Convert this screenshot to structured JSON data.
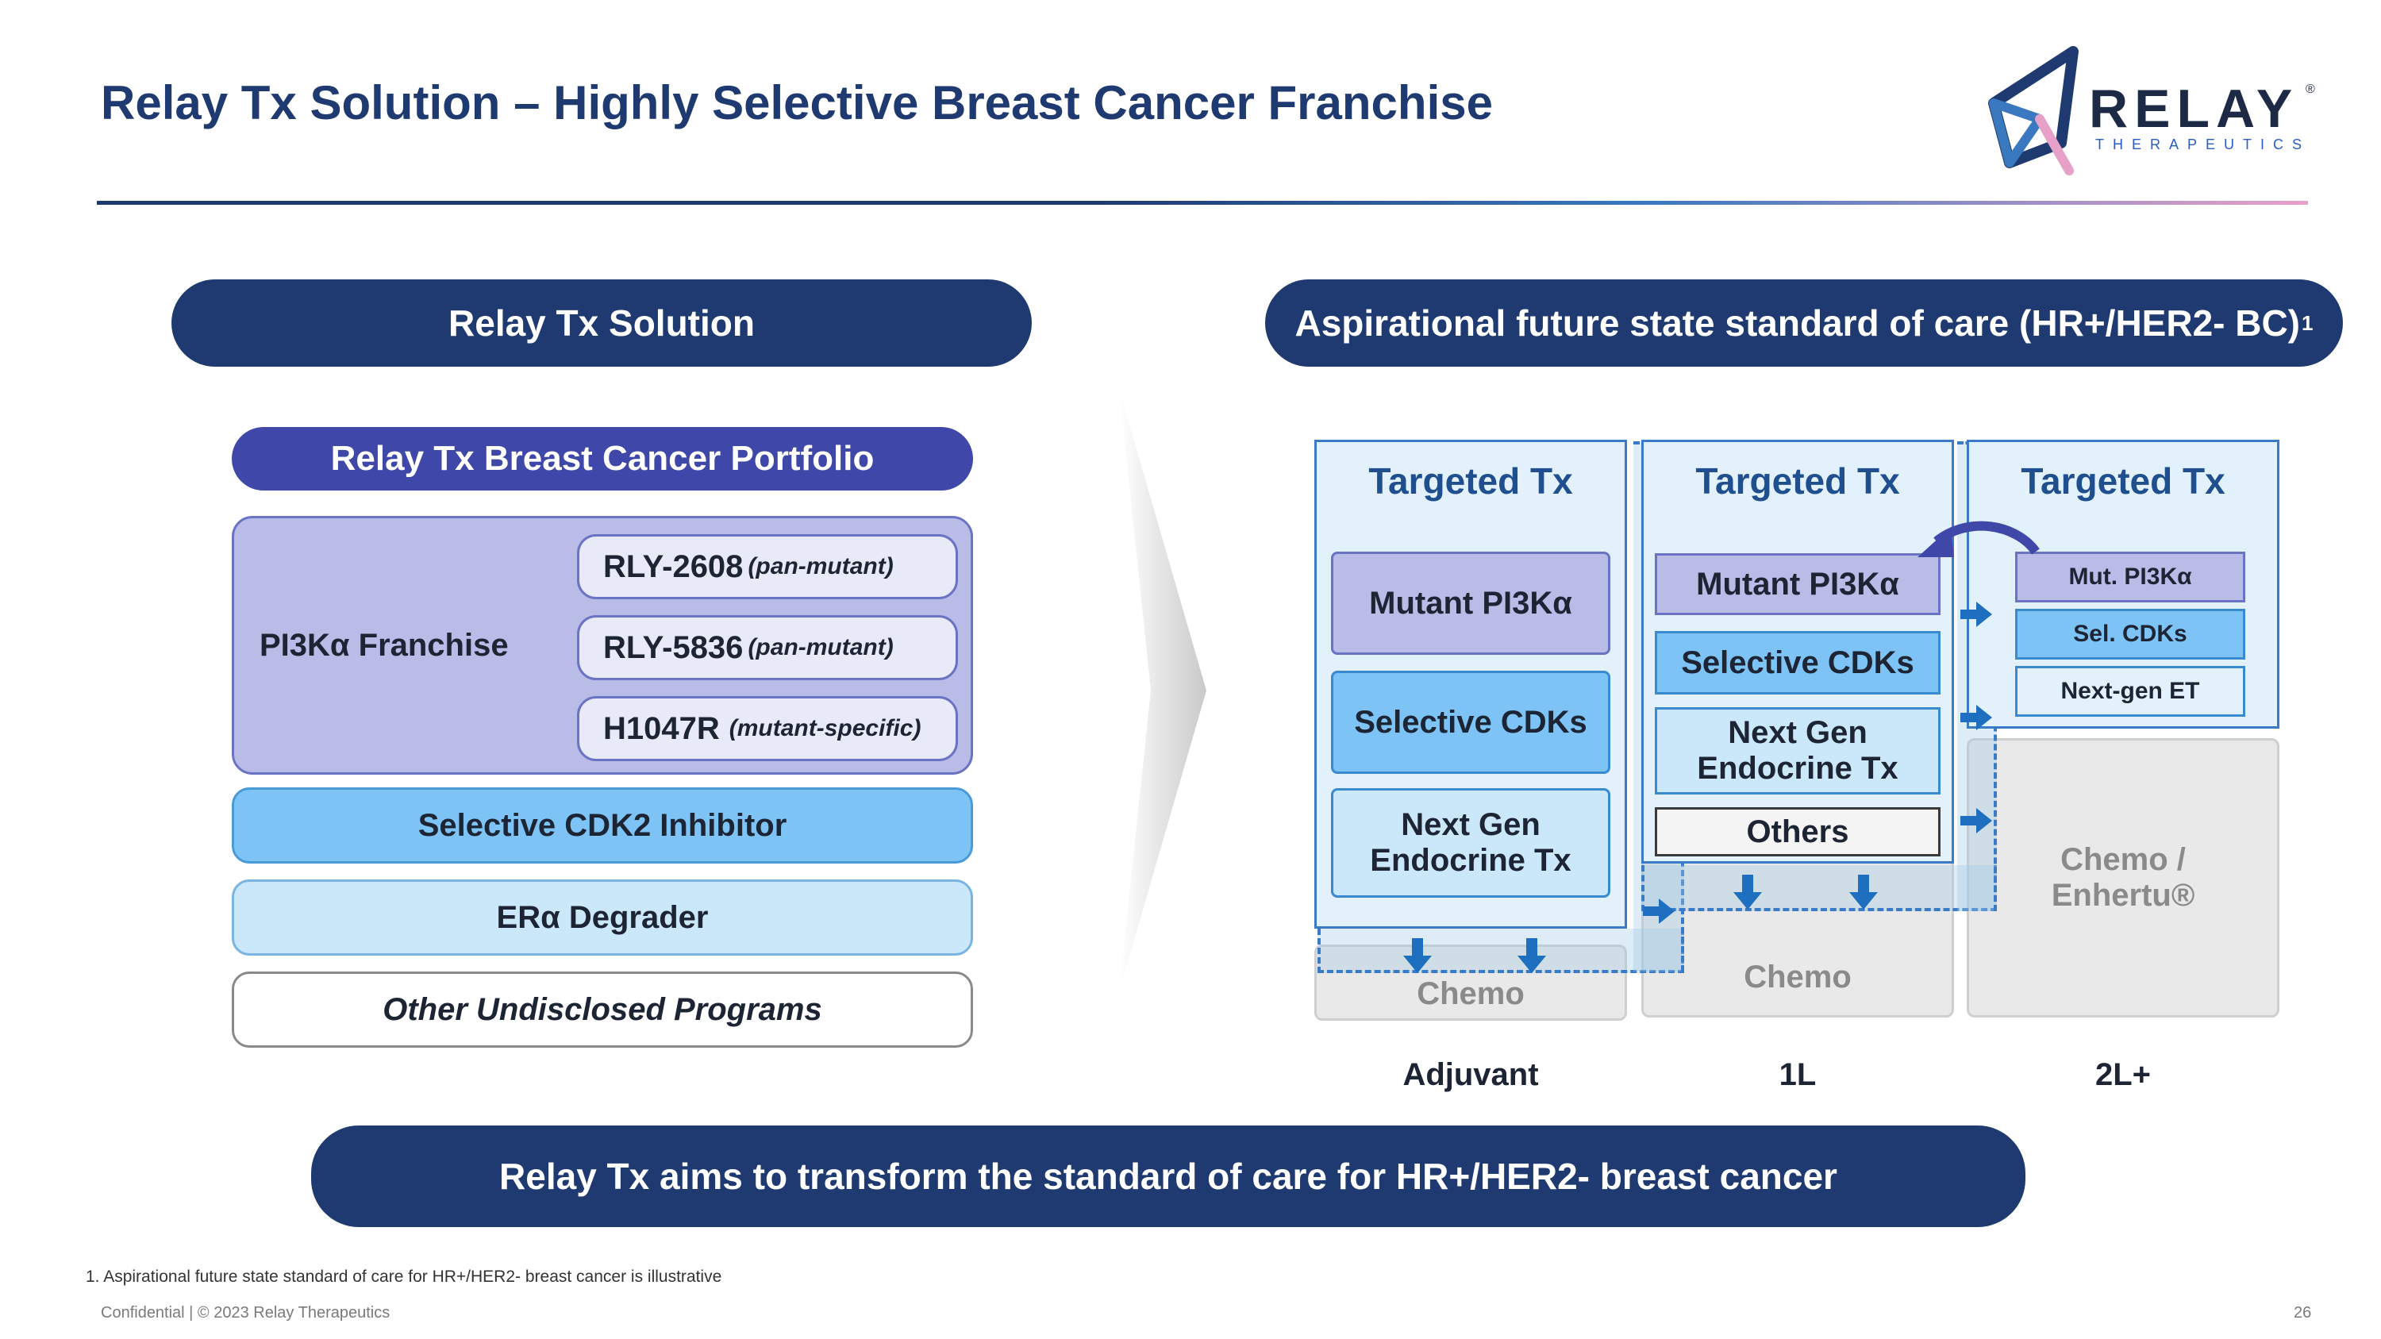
{
  "title": "Relay Tx Solution – Highly Selective Breast Cancer Franchise",
  "logo": {
    "name": "RELAY",
    "sub": "THERAPEUTICS",
    "reg": "®"
  },
  "left_header": "Relay Tx Solution",
  "right_header": "Aspirational future state standard of care (HR+/HER2- BC)",
  "right_header_sup": "1",
  "portfolio": {
    "title": "Relay Tx Breast Cancer Portfolio",
    "franchise_label": "PI3Kα Franchise",
    "franchise_items": [
      {
        "name": "RLY-2608",
        "note": "(pan-mutant)"
      },
      {
        "name": "RLY-5836",
        "note": "(pan-mutant)"
      },
      {
        "name": "H1047R",
        "note": "(mutant-specific)"
      }
    ],
    "cdk2": "Selective CDK2 Inhibitor",
    "era": "ERα Degrader",
    "other": "Other Undisclosed Programs"
  },
  "columns": [
    {
      "title": "Targeted Tx",
      "items": [
        "Mutant PI3Kα",
        "Selective CDKs",
        "Next Gen Endocrine Tx"
      ],
      "chemo": "Chemo",
      "label": "Adjuvant"
    },
    {
      "title": "Targeted Tx",
      "items": [
        "Mutant PI3Kα",
        "Selective CDKs",
        "Next Gen Endocrine Tx",
        "Others"
      ],
      "chemo": "Chemo",
      "label": "1L"
    },
    {
      "title": "Targeted Tx",
      "items": [
        "Mut. PI3Kα",
        "Sel. CDKs",
        "Next-gen ET"
      ],
      "chemo": "Chemo / Enhertu®",
      "label": "2L+"
    }
  ],
  "bottom_banner": "Relay Tx aims to transform the standard of care for HR+/HER2- breast cancer",
  "footnote": "1. Aspirational future state standard of care for HR+/HER2- breast cancer is illustrative",
  "confidential": "Confidential | © 2023 Relay Therapeutics",
  "page_number": "26",
  "colors": {
    "navy": "#1f3a70",
    "purple": "#b8bce6",
    "blue_strong": "#7ec3f5",
    "blue_light": "#cbe8fb",
    "accent": "#3a7bc8"
  }
}
